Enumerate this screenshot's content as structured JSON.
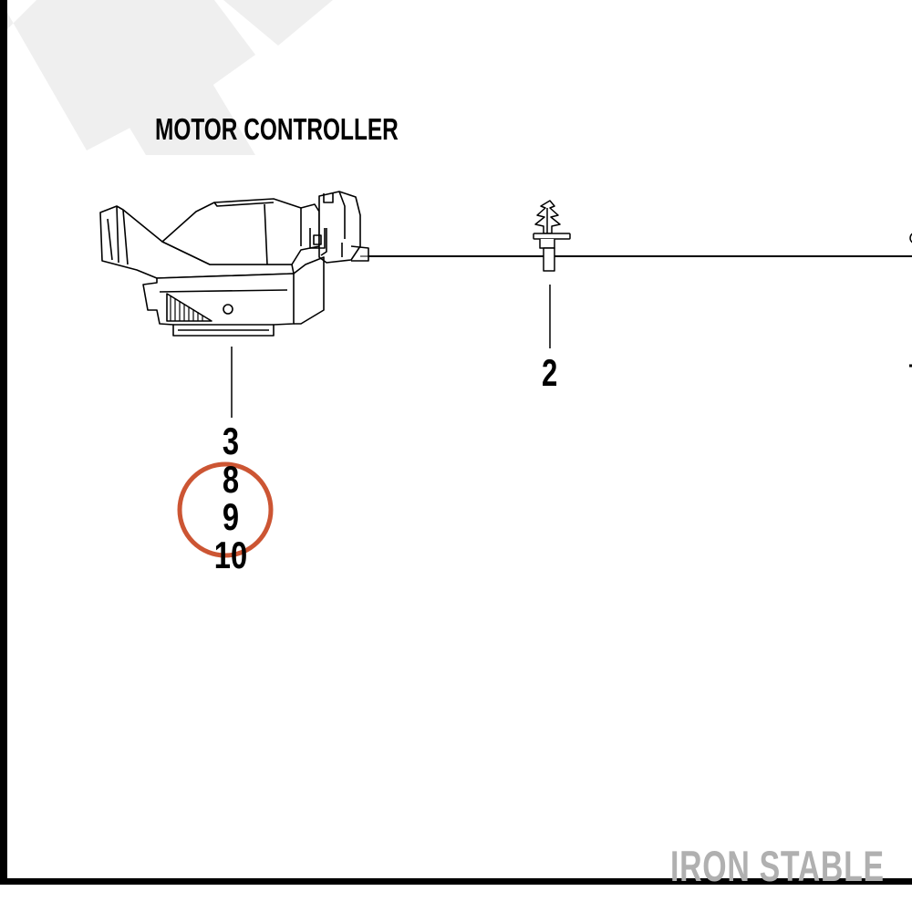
{
  "diagram": {
    "title": "MOTOR CONTROLLER",
    "callouts": {
      "clip": "2",
      "controller": [
        "3",
        "8",
        "9",
        "10"
      ]
    },
    "highlight_color": "#cc5533",
    "watermark": "IRON STABLE"
  }
}
